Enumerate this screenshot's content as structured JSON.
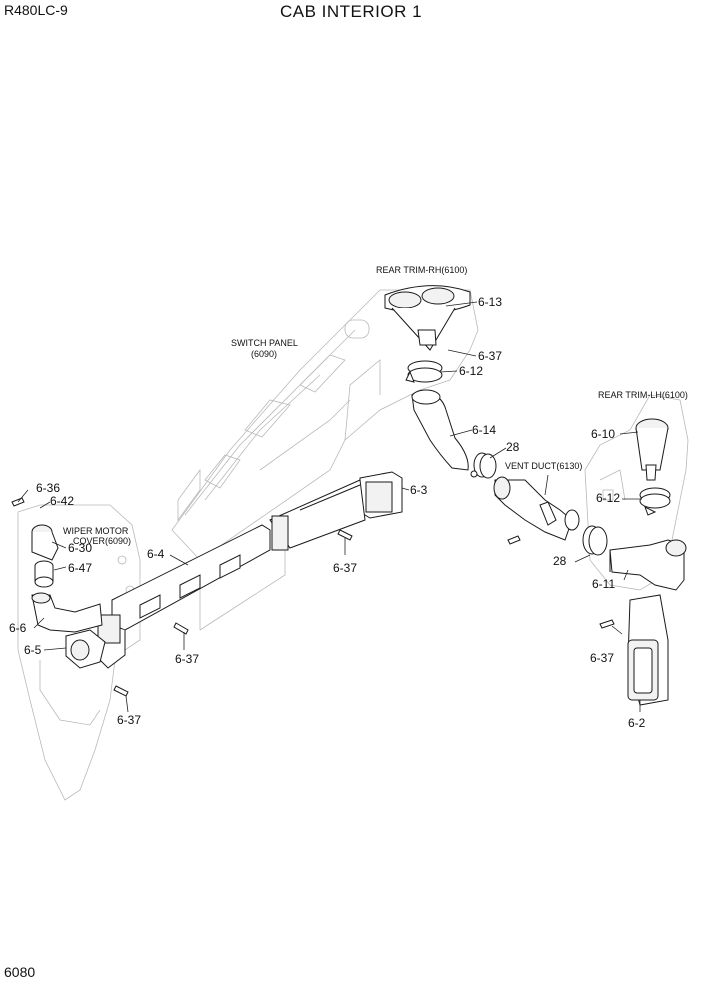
{
  "header": {
    "model": "R480LC-9",
    "title": "CAB INTERIOR 1"
  },
  "footer": {
    "page_number": "6080"
  },
  "callouts": {
    "c_6_13": "6-13",
    "c_6_37_a": "6-37",
    "c_6_12_a": "6-12",
    "c_6_14": "6-14",
    "c_28_a": "28",
    "c_6_3": "6-3",
    "c_6_10": "6-10",
    "c_6_12_b": "6-12",
    "c_28_b": "28",
    "c_6_11": "6-11",
    "c_6_37_b": "6-37",
    "c_6_2": "6-2",
    "c_6_36": "6-36",
    "c_6_42": "6-42",
    "c_6_30": "6-30",
    "c_6_47": "6-47",
    "c_6_6": "6-6",
    "c_6_5": "6-5",
    "c_6_4": "6-4",
    "c_6_37_c": "6-37",
    "c_6_37_d": "6-37",
    "c_6_37_e": "6-37"
  },
  "references": {
    "rear_trim_rh": "REAR TRIM-RH(6100)",
    "switch_panel_1": "SWITCH PANEL",
    "switch_panel_2": "(6090)",
    "rear_trim_lh": "REAR TRIM-LH(6100)",
    "vent_duct": "VENT DUCT(6130)",
    "wiper_motor_1": "WIPER MOTOR",
    "wiper_motor_2": "COVER(6090)"
  }
}
